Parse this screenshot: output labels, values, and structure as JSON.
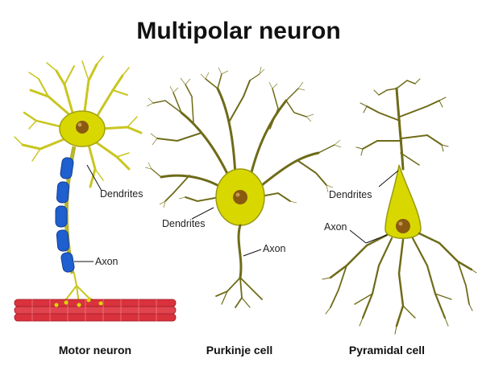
{
  "title": "Multipolar neuron",
  "colors": {
    "soma": "#d8d800",
    "soma_edge": "#9a9a10",
    "nucleus": "#8a5a10",
    "dendrite": "#6e6b18",
    "dendrite_light": "#c7c420",
    "myelin": "#1f5fcf",
    "muscle": "#d9323d",
    "leader": "#111111"
  },
  "neurons": [
    {
      "caption": "Motor neuron",
      "labels": {
        "dendrites": "Dendrites",
        "axon": "Axon"
      }
    },
    {
      "caption": "Purkinje cell",
      "labels": {
        "dendrites": "Dendrites",
        "axon": "Axon"
      }
    },
    {
      "caption": "Pyramidal cell",
      "labels": {
        "dendrites": "Dendrites",
        "axon": "Axon"
      }
    }
  ]
}
